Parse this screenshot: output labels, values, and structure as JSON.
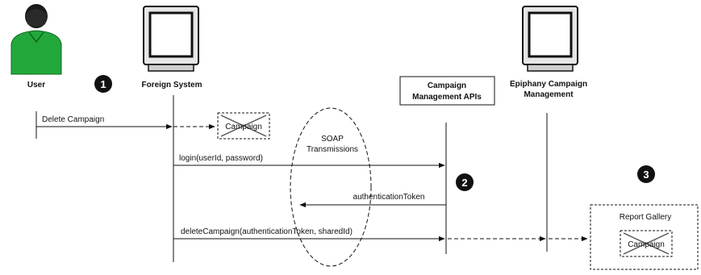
{
  "actors": {
    "user": "User",
    "foreign_system": "Foreign System",
    "cm_apis_line1": "Campaign",
    "cm_apis_line2": "Management APIs",
    "epiphany_line1": "Epiphany Campaign",
    "epiphany_line2": "Management"
  },
  "steps": [
    "1",
    "2",
    "3"
  ],
  "messages": {
    "delete_campaign": "Delete Campaign",
    "login": "login(userId, password)",
    "auth_token": "authenticationToken",
    "delete_call": "deleteCampaign(authenticationToken, sharedId)"
  },
  "soap": {
    "line1": "SOAP",
    "line2": "Transmissions"
  },
  "campaign_box_label": "Campaign",
  "report_gallery": {
    "title": "Report Gallery",
    "item": "Campaign"
  },
  "colors": {
    "user_green": "#22a83a",
    "line": "#111111"
  }
}
